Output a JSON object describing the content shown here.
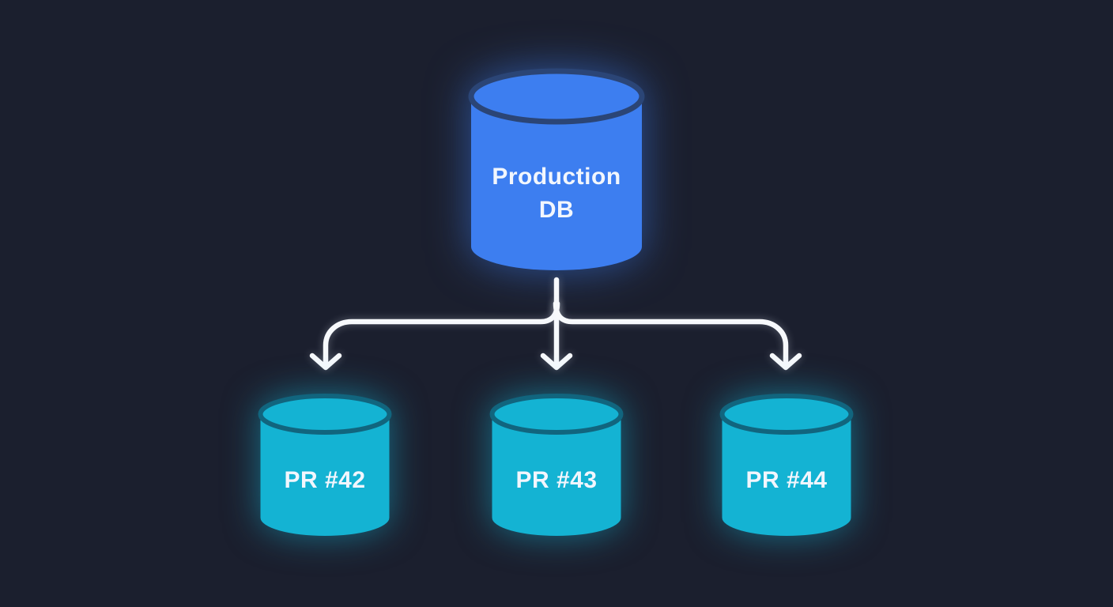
{
  "diagram": {
    "nodes": {
      "production": {
        "label": "Production DB",
        "label_lines": [
          "Production",
          "DB"
        ]
      },
      "branches": [
        {
          "id": "pr-42",
          "label": "PR #42"
        },
        {
          "id": "pr-43",
          "label": "PR #43"
        },
        {
          "id": "pr-44",
          "label": "PR #44"
        }
      ]
    },
    "edges": [
      {
        "from": "Production DB",
        "to": "PR #42"
      },
      {
        "from": "Production DB",
        "to": "PR #43"
      },
      {
        "from": "Production DB",
        "to": "PR #44"
      }
    ]
  },
  "colors": {
    "background": "#1b1f2e",
    "production_fill": "#3d7ef0",
    "production_rim": "#2b4576",
    "branch_fill": "#14b3d3",
    "branch_rim": "#11657e",
    "arrow": "#f7f9fc",
    "label_text": "#f2f6fd"
  }
}
